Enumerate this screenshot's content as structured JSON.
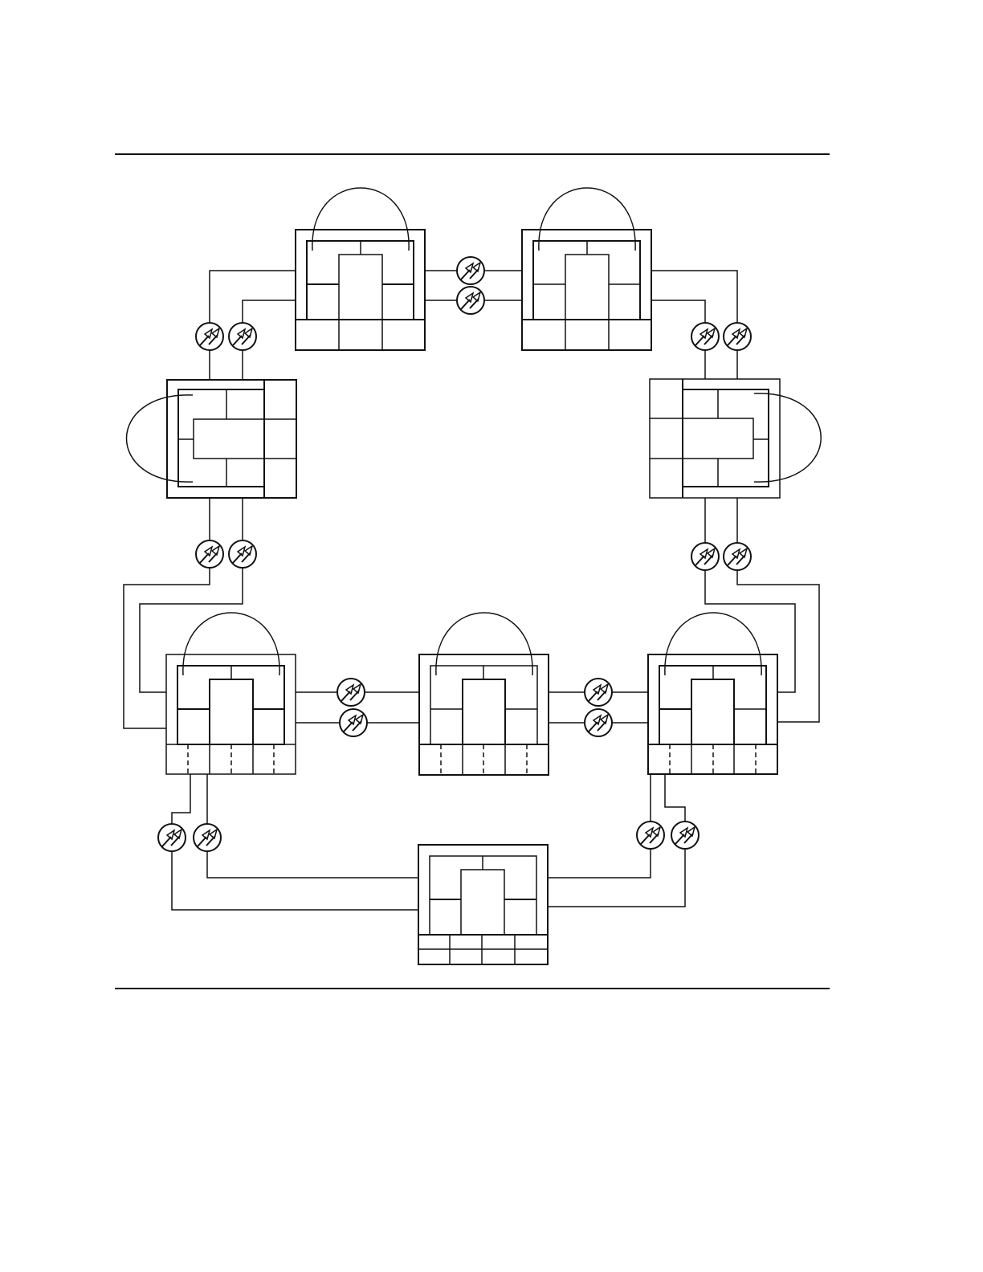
{
  "figure": {
    "caption": "",
    "ink_color": "#111111",
    "background_color": "#ffffff",
    "node_icon": "equipment-shelf-icon",
    "link_icon": "optical-transceiver-icon",
    "nodes": [
      {
        "id": "node-top-left",
        "orientation": "horizontal",
        "bottom_slots": 3
      },
      {
        "id": "node-top-right",
        "orientation": "horizontal",
        "bottom_slots": 3
      },
      {
        "id": "node-mid-left",
        "orientation": "vertical",
        "side_slots": 3
      },
      {
        "id": "node-mid-right",
        "orientation": "vertical",
        "side_slots": 3
      },
      {
        "id": "node-lower-left",
        "orientation": "horizontal",
        "bottom_slots": 3
      },
      {
        "id": "node-lower-center",
        "orientation": "horizontal",
        "bottom_slots": 3
      },
      {
        "id": "node-lower-right",
        "orientation": "horizontal",
        "bottom_slots": 3
      },
      {
        "id": "node-bottom",
        "orientation": "horizontal",
        "bottom_slots": 4
      }
    ],
    "links": [
      {
        "from": "node-top-left",
        "to": "node-top-right"
      },
      {
        "from": "node-top-right",
        "to": "node-top-left"
      },
      {
        "from": "node-mid-left",
        "to": "node-top-left"
      },
      {
        "from": "node-top-left",
        "to": "node-mid-left"
      },
      {
        "from": "node-top-right",
        "to": "node-mid-right"
      },
      {
        "from": "node-mid-right",
        "to": "node-top-right"
      },
      {
        "from": "node-lower-left",
        "to": "node-mid-left"
      },
      {
        "from": "node-mid-left",
        "to": "node-lower-left"
      },
      {
        "from": "node-lower-right",
        "to": "node-mid-right"
      },
      {
        "from": "node-mid-right",
        "to": "node-lower-right"
      },
      {
        "from": "node-lower-left",
        "to": "node-lower-center"
      },
      {
        "from": "node-lower-center",
        "to": "node-lower-left"
      },
      {
        "from": "node-lower-center",
        "to": "node-lower-right"
      },
      {
        "from": "node-lower-right",
        "to": "node-lower-center"
      },
      {
        "from": "node-lower-left",
        "to": "node-bottom"
      },
      {
        "from": "node-bottom",
        "to": "node-lower-left"
      },
      {
        "from": "node-lower-right",
        "to": "node-bottom"
      },
      {
        "from": "node-bottom",
        "to": "node-lower-right"
      }
    ]
  }
}
